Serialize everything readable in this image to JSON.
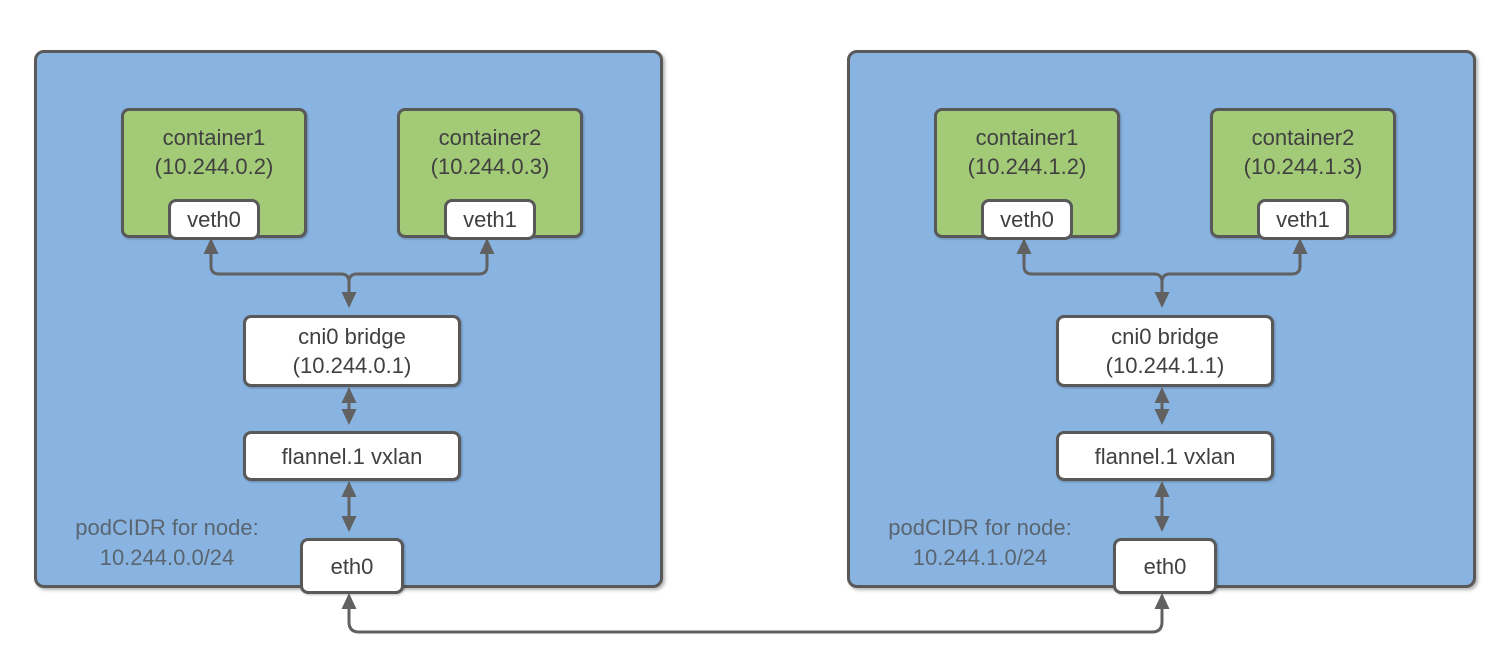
{
  "colors": {
    "node_fill": "#89b4e1",
    "container_fill": "#a3cb77",
    "border": "#595959",
    "arrow": "#616161",
    "text": "#404040",
    "cidr_text": "#5a6570",
    "box_fill": "#ffffff",
    "page_bg": "#ffffff"
  },
  "nodes": [
    {
      "podcidr_label": "podCIDR for node:",
      "podcidr_value": "10.244.0.0/24",
      "containers": [
        {
          "name": "container1",
          "ip": "(10.244.0.2)",
          "veth": "veth0"
        },
        {
          "name": "container2",
          "ip": "(10.244.0.3)",
          "veth": "veth1"
        }
      ],
      "bridge_name": "cni0 bridge",
      "bridge_ip": "(10.244.0.1)",
      "vxlan_label": "flannel.1 vxlan",
      "eth_label": "eth0"
    },
    {
      "podcidr_label": "podCIDR for node:",
      "podcidr_value": "10.244.1.0/24",
      "containers": [
        {
          "name": "container1",
          "ip": "(10.244.1.2)",
          "veth": "veth0"
        },
        {
          "name": "container2",
          "ip": "(10.244.1.3)",
          "veth": "veth1"
        }
      ],
      "bridge_name": "cni0 bridge",
      "bridge_ip": "(10.244.1.1)",
      "vxlan_label": "flannel.1 vxlan",
      "eth_label": "eth0"
    }
  ]
}
